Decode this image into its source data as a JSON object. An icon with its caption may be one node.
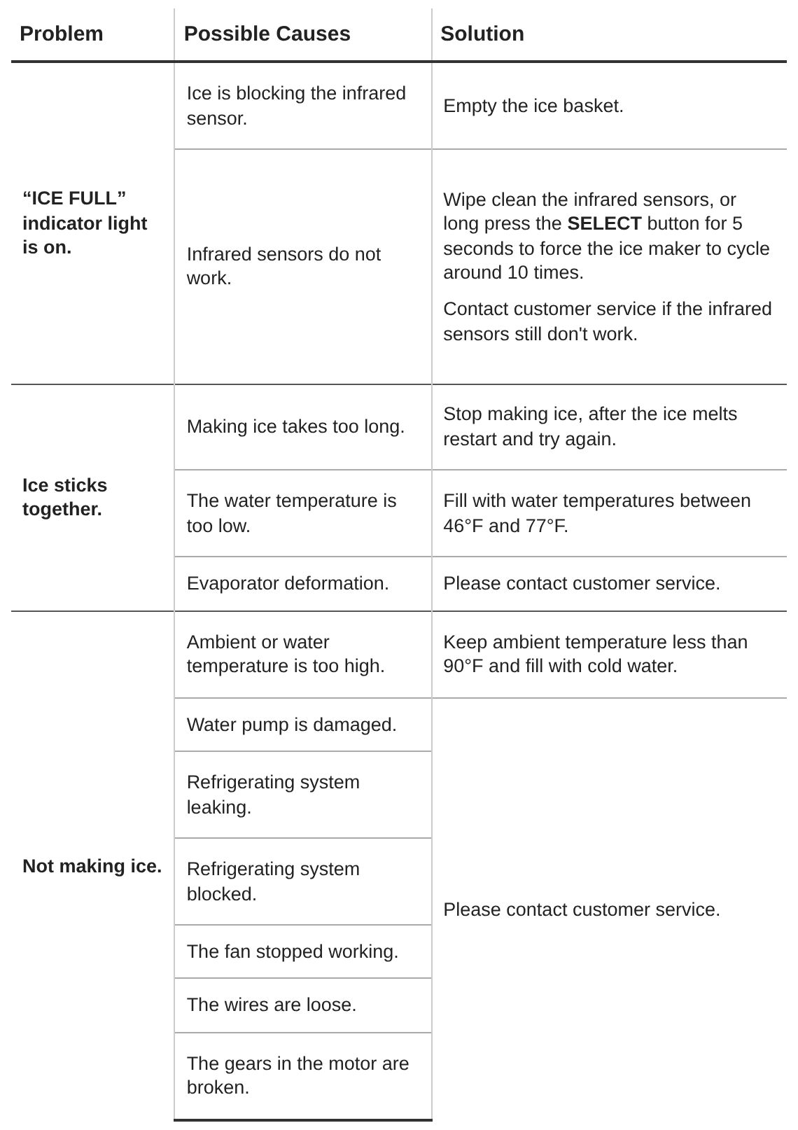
{
  "diagram": {
    "labels": [
      "Problem",
      "Possible Causes",
      "Solution",
      "“ICE FULL” indicator light is on.",
      "Ice is blocking the infrared sensor.",
      "Empty the ice basket.",
      "Infrared sensors do not work.",
      "Wipe clean the infrared sensors, or long press the **SELECT** button for 5 seconds to force the ice maker to cycle around 10 times.",
      "Contact customer service if the infrared sensors still don't work.",
      "Ice sticks together.",
      "Making ice takes too long.",
      "Stop making ice, after the ice melts restart and try again.",
      "The water temperature is too low.",
      "Fill with water temperatures between 46°F and 77°F.",
      "Evaporator deformation.",
      "Please contact customer service.",
      "Not making ice.",
      "Ambient or water temperature is too high.",
      "Keep ambient temperature less than 90°F and fill with cold water.",
      "Water pump is damaged.",
      "Please contact customer service.",
      "Refrigerating system leaking.",
      "Refrigerating system blocked.",
      "The fan stopped working.",
      "The wires are loose.",
      "The gears in the motor are broken."
    ]
  }
}
